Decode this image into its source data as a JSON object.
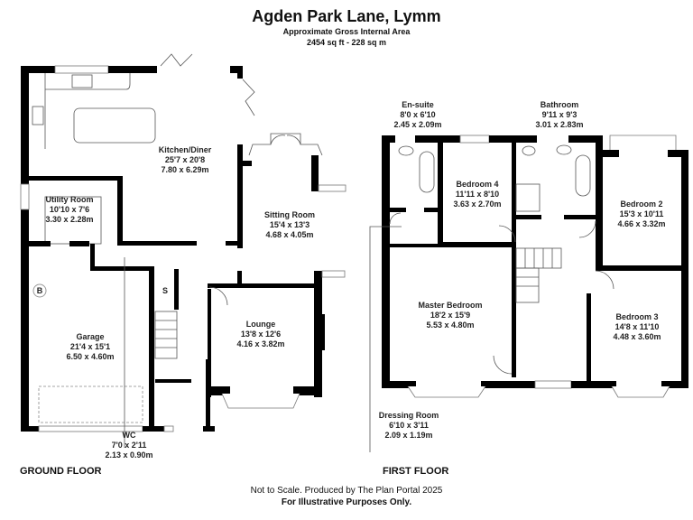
{
  "header": {
    "title": "Agden Park Lane, Lymm",
    "subtitle": "Approximate Gross Internal Area",
    "area": "2454 sq ft - 228 sq m"
  },
  "ground_floor": {
    "label": "GROUND FLOOR",
    "rooms": [
      {
        "name": "Kitchen/Diner",
        "imperial": "25'7 x 20'8",
        "metric": "7.80 x 6.29m"
      },
      {
        "name": "Utility Room",
        "imperial": "10'10 x 7'6",
        "metric": "3.30 x 2.28m"
      },
      {
        "name": "Sitting Room",
        "imperial": "15'4 x 13'3",
        "metric": "4.68 x 4.05m"
      },
      {
        "name": "Garage",
        "imperial": "21'4 x 15'1",
        "metric": "6.50 x 4.60m"
      },
      {
        "name": "Lounge",
        "imperial": "13'8 x 12'6",
        "metric": "4.16 x 3.82m"
      },
      {
        "name": "WC",
        "imperial": "7'0 x 2'11",
        "metric": "2.13 x 0.90m"
      }
    ],
    "symbols": {
      "boiler": "B",
      "store": "S"
    }
  },
  "first_floor": {
    "label": "FIRST FLOOR",
    "rooms": [
      {
        "name": "En-suite",
        "imperial": "8'0 x 6'10",
        "metric": "2.45 x 2.09m"
      },
      {
        "name": "Bathroom",
        "imperial": "9'11 x 9'3",
        "metric": "3.01 x 2.83m"
      },
      {
        "name": "Bedroom 4",
        "imperial": "11'11 x 8'10",
        "metric": "3.63 x 2.70m"
      },
      {
        "name": "Bedroom 2",
        "imperial": "15'3 x 10'11",
        "metric": "4.66 x 3.32m"
      },
      {
        "name": "Master Bedroom",
        "imperial": "18'2 x 15'9",
        "metric": "5.53 x 4.80m"
      },
      {
        "name": "Bedroom 3",
        "imperial": "14'8 x 11'10",
        "metric": "4.48 x 3.60m"
      },
      {
        "name": "Dressing Room",
        "imperial": "6'10 x 3'11",
        "metric": "2.09 x 1.19m"
      }
    ]
  },
  "footer": {
    "note": "Not to Scale. Produced by The Plan Portal 2025",
    "disclaimer": "For Illustrative Purposes Only."
  }
}
